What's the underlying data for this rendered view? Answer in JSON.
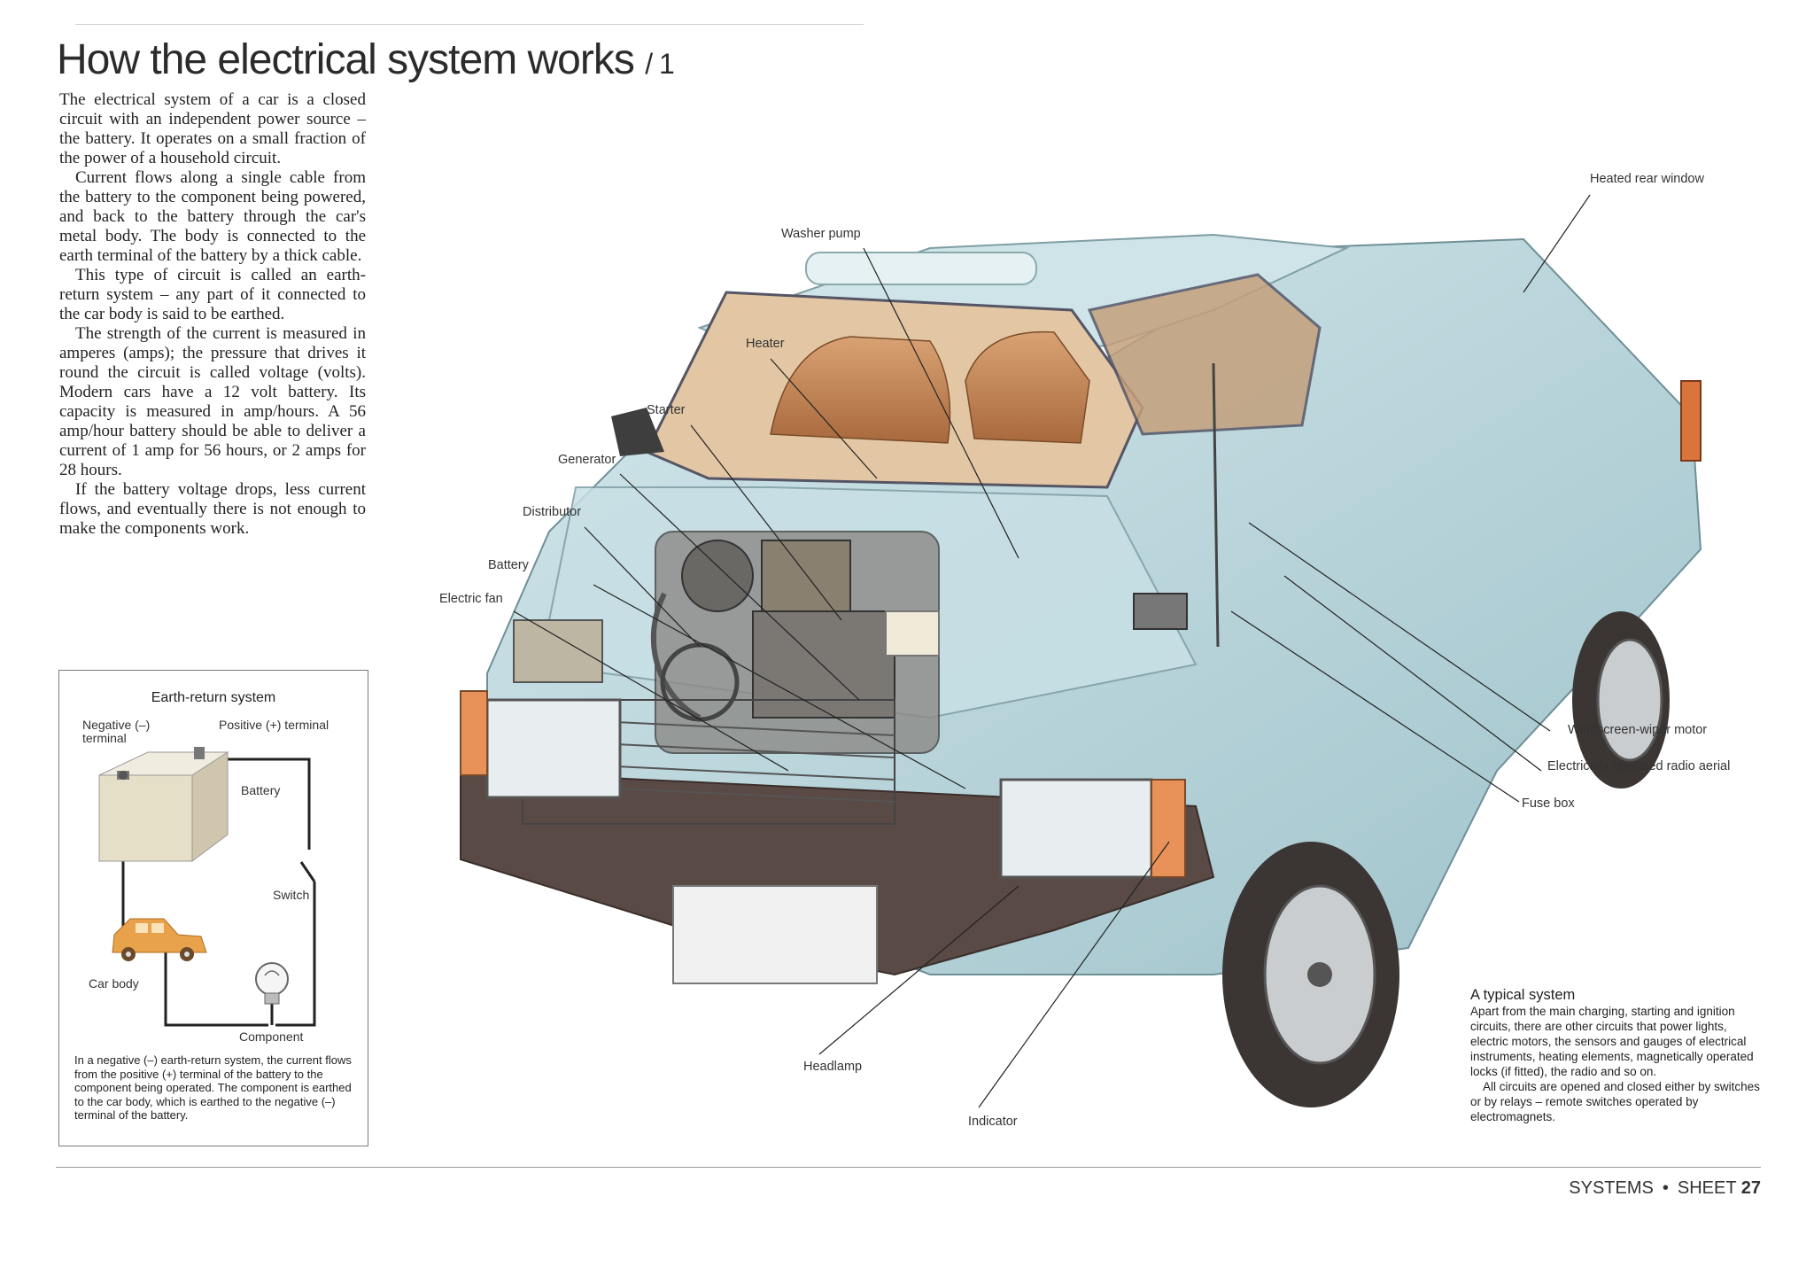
{
  "title": {
    "main": "How the electrical system works",
    "suffix": "/ 1"
  },
  "body": {
    "paragraphs": [
      "The electrical system of a car is a closed circuit with an independent power source – the battery. It operates on a small fraction of the power of a household circuit.",
      "Current flows along a single cable from the battery to the component being powered, and back to the battery through the car's metal body. The body is connected to the earth terminal of the battery by a thick cable.",
      "This type of circuit is called an earth-return system – any part of it connected to the car body is said to be earthed.",
      "The strength of the current is measured in amperes (amps); the pressure that drives it round the circuit is called voltage (volts). Modern cars have a 12 volt battery. Its capacity is measured in amp/hours. A 56 amp/hour battery should be able to deliver a current of 1 amp for 56 hours, or 2 amps for 28 hours.",
      "If the battery voltage drops, less current flows, and eventually there is not enough to make the components work."
    ]
  },
  "inset": {
    "title": "Earth-return system",
    "labels": {
      "negative": "Negative (–)",
      "negative_2": "terminal",
      "positive": "Positive (+) terminal",
      "battery": "Battery",
      "switch": "Switch",
      "car_body": "Car body",
      "component": "Component"
    },
    "caption": "In a negative (–) earth-return system, the current flows from the positive (+) terminal of the battery to the component being operated. The component is earthed to the car body, which is earthed to the negative (–) terminal of the battery."
  },
  "callouts": {
    "heated_rear_window": "Heated rear window",
    "washer_pump": "Washer pump",
    "heater": "Heater",
    "starter": "Starter",
    "generator": "Generator",
    "distributor": "Distributor",
    "battery": "Battery",
    "electric_fan": "Electric fan",
    "wiper_motor": "Windscreen-wiper motor",
    "radio_aerial": "Electrically operated radio aerial",
    "fuse_box": "Fuse box",
    "headlamp": "Headlamp",
    "indicator": "Indicator"
  },
  "typical": {
    "heading": "A typical system",
    "p1": "Apart from the main charging, starting and ignition circuits, there are other circuits that power lights, electric motors, the sensors and gauges of electrical instruments, heating elements, magnetically operated locks (if fitted), the radio and so on.",
    "p2": "All circuits are opened and closed either by switches or by relays – remote switches operated by electromagnets."
  },
  "footer": {
    "section": "SYSTEMS",
    "dot": "•",
    "sheet_label": "SHEET",
    "sheet_number": "27"
  },
  "colors": {
    "car_body": "#b9d6dc",
    "interior": "#c48a5a",
    "bumper": "#5a4a45",
    "indicator": "#e8925a",
    "inset_car": "#e9a24c",
    "battery_case": "#e6dfc8"
  }
}
